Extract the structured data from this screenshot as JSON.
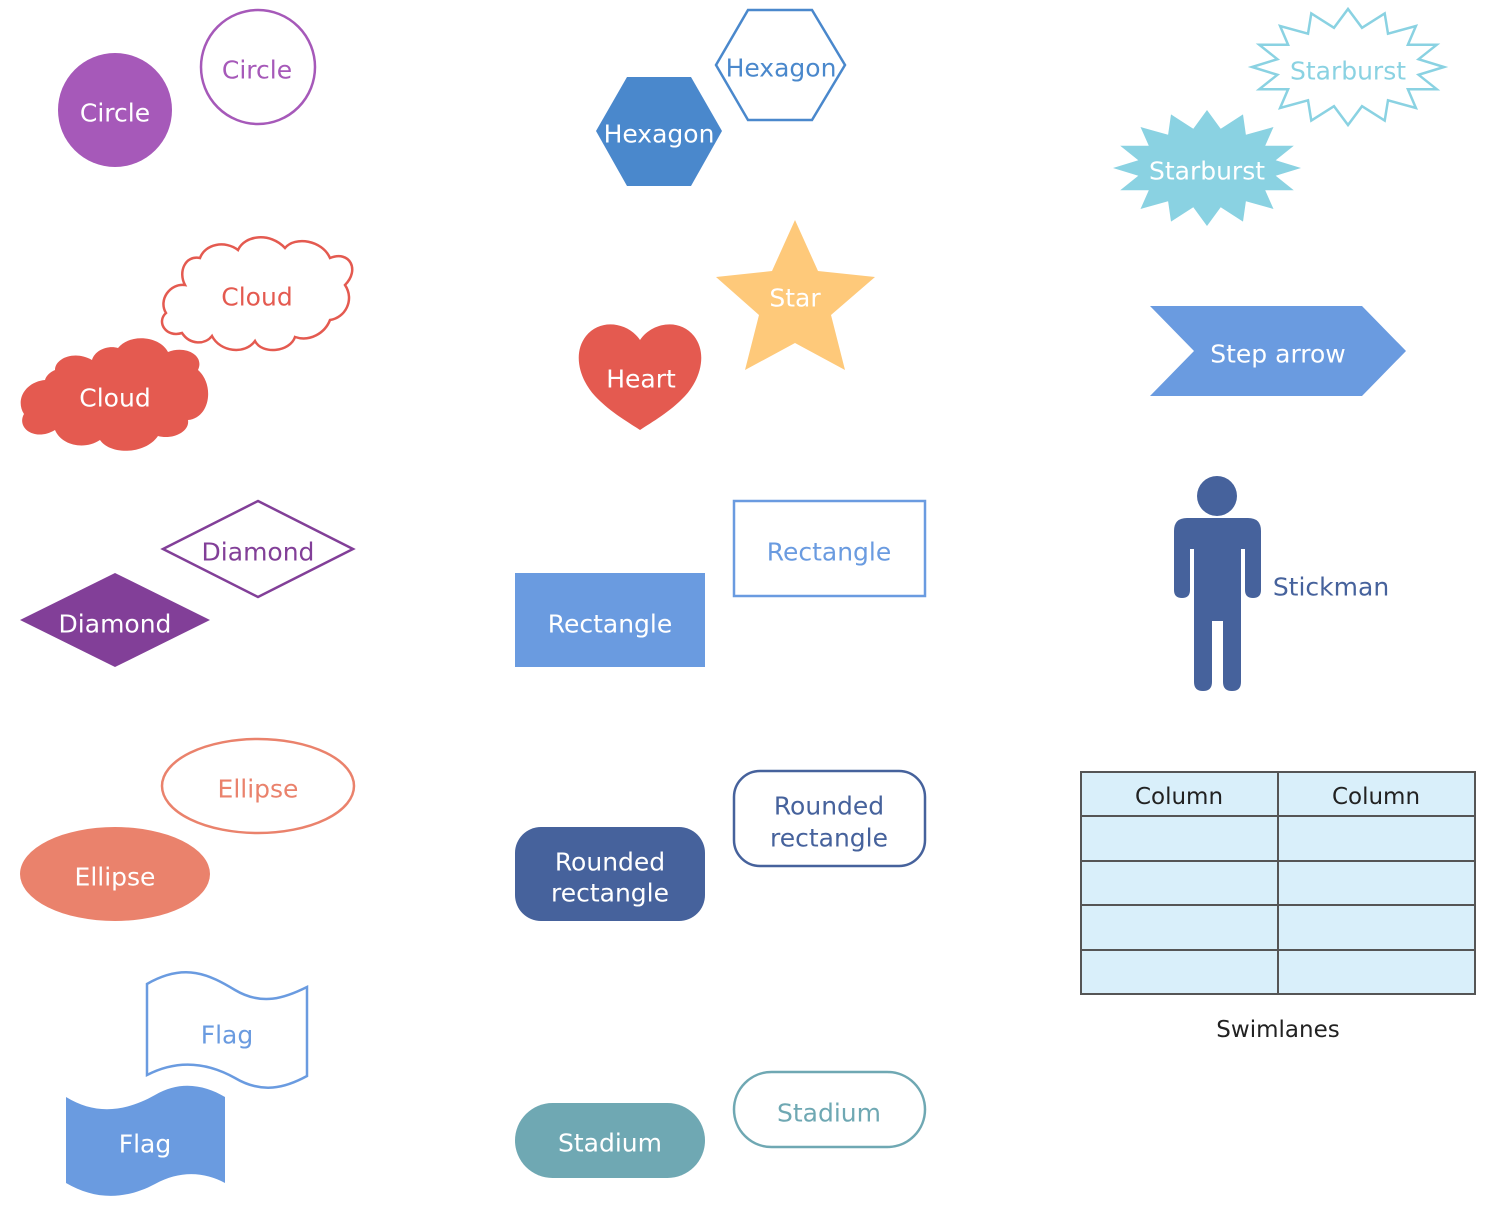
{
  "colors": {
    "circle": "#a659b9",
    "cloud": "#e45a50",
    "diamond": "#823f98",
    "ellipse": "#ea826c",
    "flag": "#6a9be0",
    "hexagon": "#4a88cc",
    "star": "#fec97a",
    "heart": "#e45a50",
    "rectangle": "#6a9be0",
    "rounded_rectangle": "#46629c",
    "stadium": "#6fa8b3",
    "starburst": "#8ad2e2",
    "step_arrow": "#6a9be0",
    "stickman": "#46629c",
    "swimlane_fill": "#d9effa",
    "swimlane_border": "#555555"
  },
  "shapes": {
    "circle": {
      "filled_label": "Circle",
      "outline_label": "Circle"
    },
    "cloud": {
      "filled_label": "Cloud",
      "outline_label": "Cloud"
    },
    "diamond": {
      "filled_label": "Diamond",
      "outline_label": "Diamond"
    },
    "ellipse": {
      "filled_label": "Ellipse",
      "outline_label": "Ellipse"
    },
    "flag": {
      "filled_label": "Flag",
      "outline_label": "Flag"
    },
    "hexagon": {
      "filled_label": "Hexagon",
      "outline_label": "Hexagon"
    },
    "heart": {
      "label": "Heart"
    },
    "star": {
      "label": "Star"
    },
    "rectangle": {
      "filled_label": "Rectangle",
      "outline_label": "Rectangle"
    },
    "rounded_rectangle": {
      "filled_line1": "Rounded",
      "filled_line2": "rectangle",
      "outline_line1": "Rounded",
      "outline_line2": "rectangle"
    },
    "stadium": {
      "filled_label": "Stadium",
      "outline_label": "Stadium"
    },
    "starburst": {
      "filled_label": "Starburst",
      "outline_label": "Starburst"
    },
    "step_arrow": {
      "label": "Step arrow"
    },
    "stickman": {
      "label": "Stickman"
    },
    "swimlanes": {
      "columns": [
        "Column",
        "Column"
      ],
      "row_count": 4,
      "caption": "Swimlanes"
    }
  }
}
